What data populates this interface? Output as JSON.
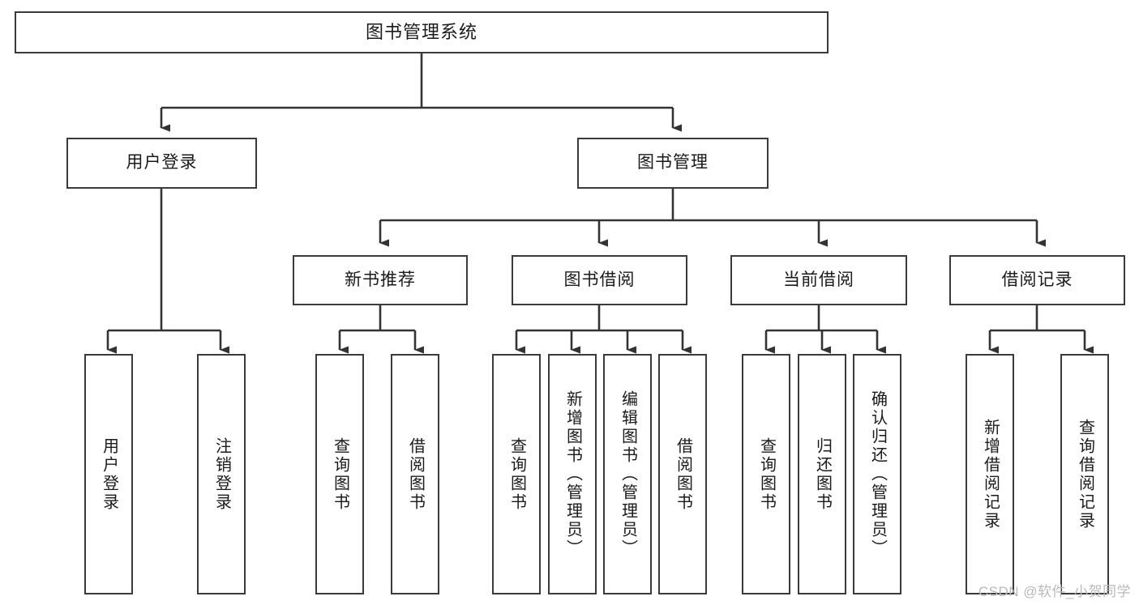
{
  "diagram": {
    "title": "图书管理系统",
    "type": "tree-hierarchy",
    "watermark": "CSDN @软件_小贺同学",
    "colors": {
      "node_border": "#3a3a3a",
      "node_fill": "#ffffff",
      "edge": "#333333",
      "text": "#1a1a1a",
      "watermark": "#b9b9b9"
    },
    "nodes": {
      "root": {
        "label": "图书管理系统"
      },
      "level2": [
        {
          "id": "user-login",
          "label": "用户登录"
        },
        {
          "id": "book-manage",
          "label": "图书管理"
        }
      ],
      "level3": [
        {
          "id": "new-book-rec",
          "label": "新书推荐"
        },
        {
          "id": "book-borrow",
          "label": "图书借阅"
        },
        {
          "id": "current-borrow",
          "label": "当前借阅"
        },
        {
          "id": "borrow-record",
          "label": "借阅记录"
        }
      ],
      "leaves": {
        "user_login": [
          {
            "id": "leaf-user-login",
            "label": "用户登录"
          },
          {
            "id": "leaf-logout",
            "label": "注销登录"
          }
        ],
        "new_book_rec": [
          {
            "id": "leaf-query-book-1",
            "label": "查询图书"
          },
          {
            "id": "leaf-borrow-book-1",
            "label": "借阅图书"
          }
        ],
        "book_borrow": [
          {
            "id": "leaf-query-book-2",
            "label": "查询图书"
          },
          {
            "id": "leaf-add-book",
            "label": "新增图书（管理员）"
          },
          {
            "id": "leaf-edit-book",
            "label": "编辑图书（管理员）"
          },
          {
            "id": "leaf-borrow-book-2",
            "label": "借阅图书"
          }
        ],
        "current_borrow": [
          {
            "id": "leaf-query-book-3",
            "label": "查询图书"
          },
          {
            "id": "leaf-return-book",
            "label": "归还图书"
          },
          {
            "id": "leaf-confirm-return",
            "label": "确认归还（管理员）"
          }
        ],
        "borrow_record": [
          {
            "id": "leaf-add-record",
            "label": "新增借阅记录"
          },
          {
            "id": "leaf-query-record",
            "label": "查询借阅记录"
          }
        ]
      }
    }
  }
}
